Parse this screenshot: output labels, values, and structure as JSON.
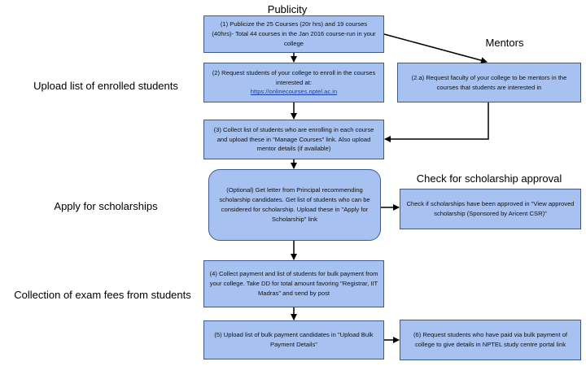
{
  "labels": {
    "publicity": "Publicity",
    "mentors": "Mentors",
    "upload_enrolled": "Upload list of enrolled students",
    "check_scholarship": "Check for scholarship approval",
    "apply_scholarships": "Apply for scholarships",
    "collection_fees": "Collection of exam fees from students"
  },
  "boxes": {
    "step1": "(1) Publicize the 25 Courses (20r hrs) and 19 courses (40hrs)- Total 44 courses in the Jan 2016 course-run in your college",
    "step2_text": "(2) Request students of your college to enroll in the courses interested at:",
    "step2_link": "https://onlinecourses.nptel.ac.in",
    "step2a": "(2.a) Request faculty of your college to be mentors in the courses that students are interested in",
    "step3": "(3) Collect list of students who are enrolling in each course and upload these in \"Manage Courses\" link. Also upload mentor details (if available)",
    "optional": "(Optional) Get letter from Principal recommending scholarship candidates. Get list of students who can be considered for scholarship. Upload these in \"Apply for Scholarship\" link",
    "check": "Check if scholarships have been approved in \"View approved scholarship (Sponsored by Aricent CSR)\"",
    "step4": "(4) Collect payment and list of students for bulk payment from your college. Take DD for total amount favoring \"Registrar, IIT Madras\" and send by post",
    "step5": "(5) Upload list of bulk payment candidates in \"Upload Bulk Payment Details\"",
    "step6": "(6) Request students who have paid via bulk payment of college to give details in NPTEL study centre portal link"
  },
  "colors": {
    "box_fill": "#a7c1f0",
    "box_border": "#3c5a92",
    "arrow": "#000000"
  }
}
